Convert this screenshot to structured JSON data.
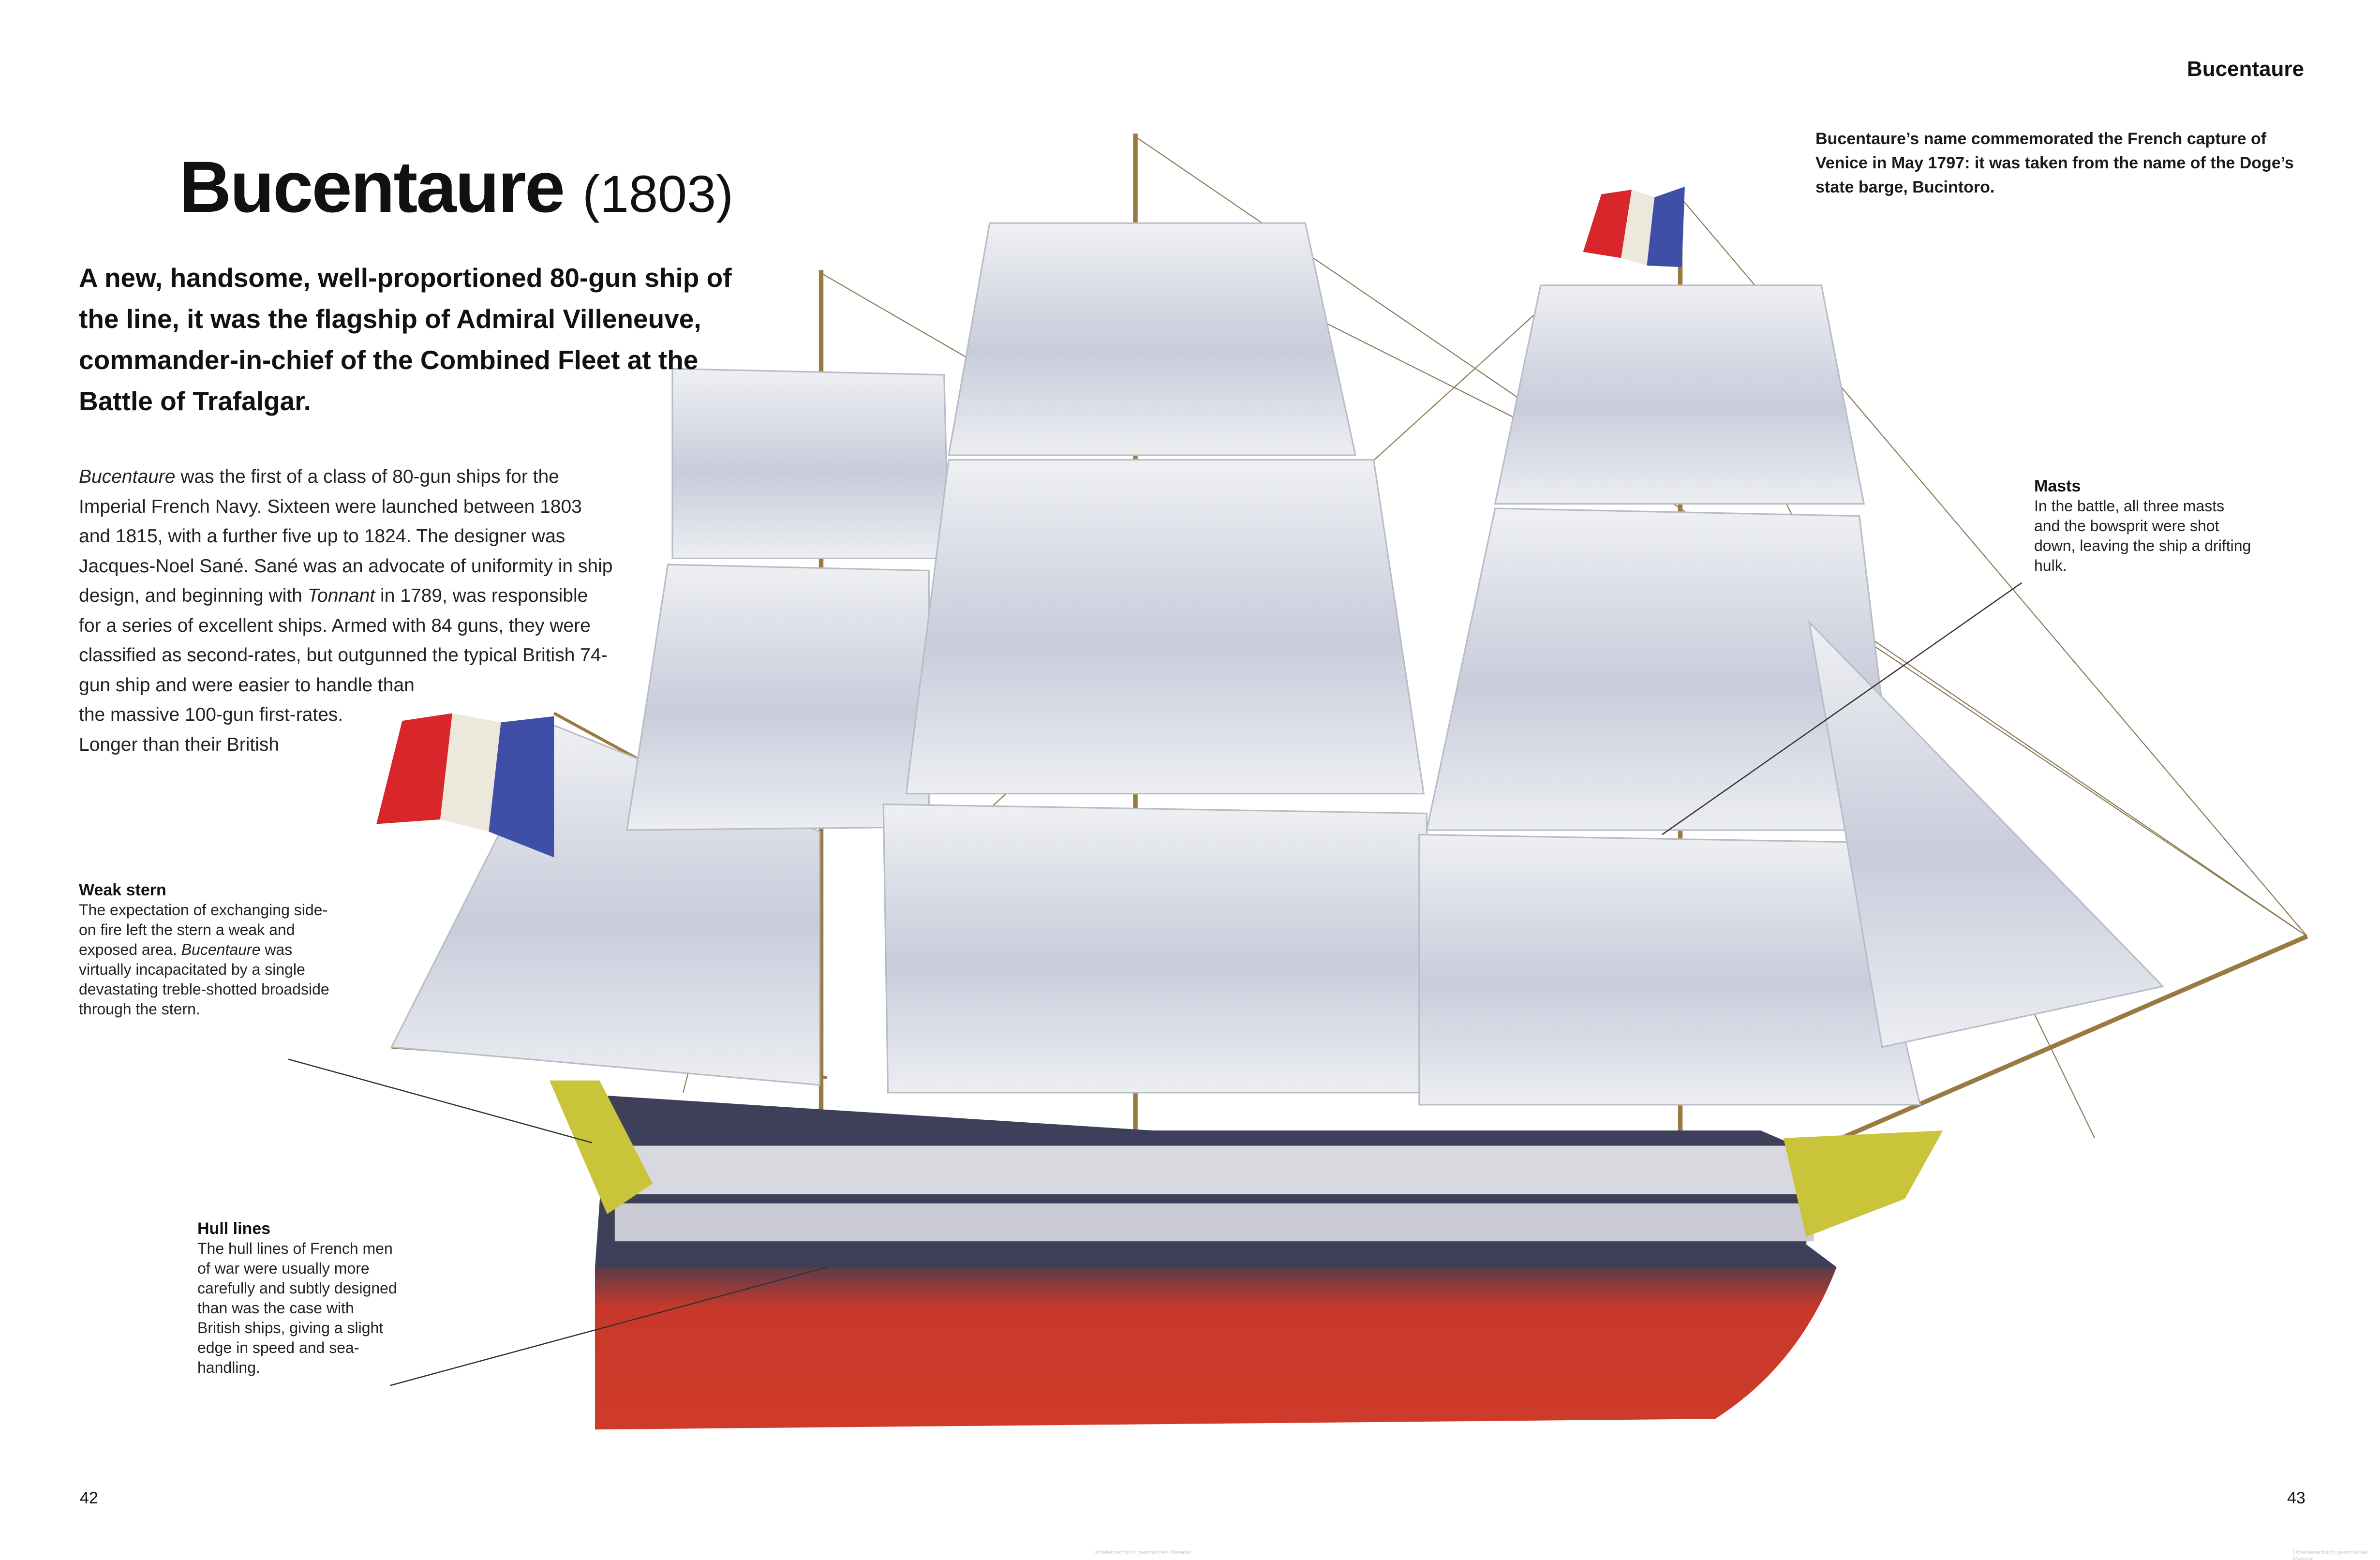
{
  "running_head": "Bucentaure",
  "title": {
    "name": "Bucentaure",
    "year": "(1803)"
  },
  "intro": "A new, handsome, well-proportioned 80-gun ship of the line, it was the flagship of Admiral Villeneuve, commander-in-chief of the Combined Fleet at the Battle of Trafalgar.",
  "body_lines": [
    [
      "Bucentaure",
      " was the first of a class of 80-gun ships for the"
    ],
    "Imperial French Navy. Sixteen were launched between 1803",
    "and 1815, with a further five up to 1824. The designer was",
    "Jacques-Noel Sané. Sané was an advocate of uniformity in ship",
    [
      "design, and beginning with ",
      "Tonnant",
      " in 1789, was responsible"
    ],
    "for a series of excellent ships. Armed with 84 guns, they were",
    "classified as second-rates, but outgunned the typical British 74-",
    "gun ship and were easier to handle than",
    "the massive 100-gun first-rates.",
    "Longer than their British"
  ],
  "right_caption": "Bucentaure’s name commemorated the French capture of Venice in May 1797: it was taken from the name of the Doge’s state barge, Bucintoro.",
  "callouts": {
    "masts": {
      "heading": "Masts",
      "text": "In the battle, all three masts and the bowsprit were shot down, leaving the ship a drifting hulk."
    },
    "weak_stern": {
      "heading": "Weak stern",
      "text_pre": "The expectation of exchanging side-on fire left the stern a weak and exposed area. ",
      "text_italic": "Bucentaure",
      "text_post": " was virtually incapacitated by a single devastating treble-shotted broadside through the stern."
    },
    "hull_lines": {
      "heading": "Hull lines",
      "text": "The hull lines of French men of war were usually more carefully and subtly designed than was the case with British ships, giving a slight edge in speed and sea-handling."
    }
  },
  "page_numbers": {
    "left": "42",
    "right": "43"
  },
  "watermark": "Urheberrechtlich geschütztes Material",
  "colors": {
    "hull_red": "#c8392b",
    "hull_dark": "#3e4059",
    "sail": "#e4e8ee",
    "flag_blue": "#3f4fa8",
    "flag_red": "#d8262a"
  }
}
